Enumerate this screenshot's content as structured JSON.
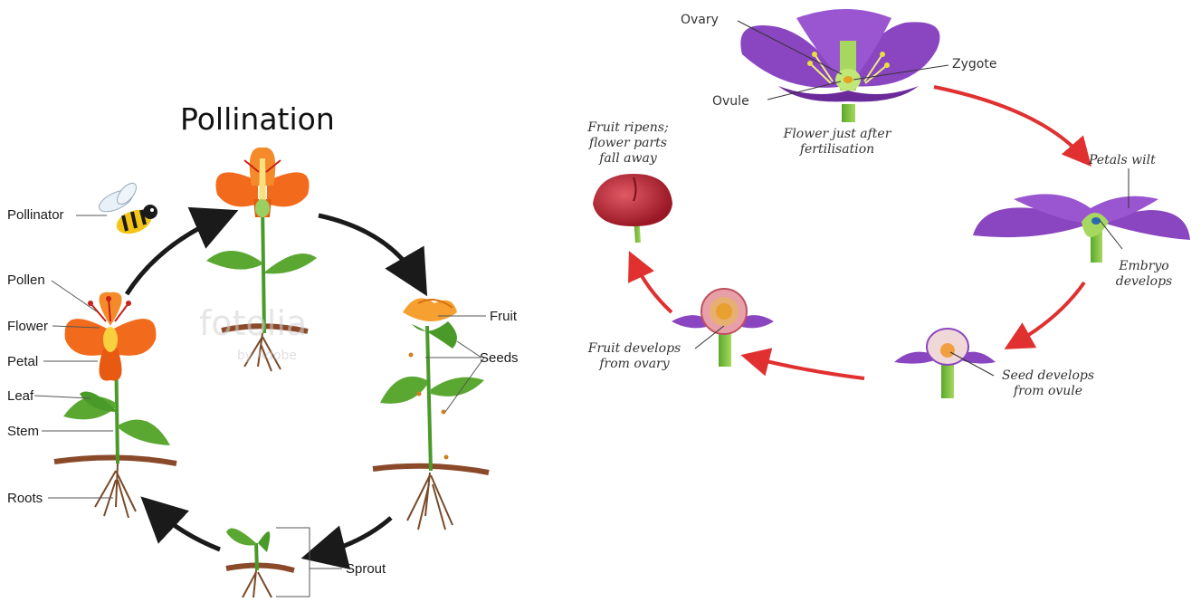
{
  "left_diagram": {
    "title": "Pollination",
    "labels": {
      "pollinator": "Pollinator",
      "pollen": "Pollen",
      "flower": "Flower",
      "petal": "Petal",
      "leaf": "Leaf",
      "stem": "Stem",
      "roots": "Roots",
      "fruit": "Fruit",
      "seeds": "Seeds",
      "sprout": "Sprout"
    },
    "watermark": "fotolia",
    "watermark_sub": "by Adobe",
    "colors": {
      "flower": "#f26b1d",
      "leaf": "#4a9a2a",
      "soil": "#8a4a2a",
      "arrow": "#1a1a1a"
    }
  },
  "right_diagram": {
    "labels": {
      "ovary": "Ovary",
      "zygote": "Zygote",
      "ovule": "Ovule",
      "flower_after_line1": "Flower just after",
      "flower_after_line2": "fertilisation",
      "petals_wilt": "Petals wilt",
      "embryo_line1": "Embryo",
      "embryo_line2": "develops",
      "seed_line1": "Seed develops",
      "seed_line2": "from ovule",
      "fruit_dev_line1": "Fruit develops",
      "fruit_dev_line2": "from ovary",
      "ripens_line1": "Fruit ripens;",
      "ripens_line2": "flower parts",
      "ripens_line3": "fall away"
    },
    "colors": {
      "petal": "#8a45c0",
      "stem": "#7cc040",
      "fruit": "#b0222e",
      "arrow": "#e03030"
    }
  }
}
